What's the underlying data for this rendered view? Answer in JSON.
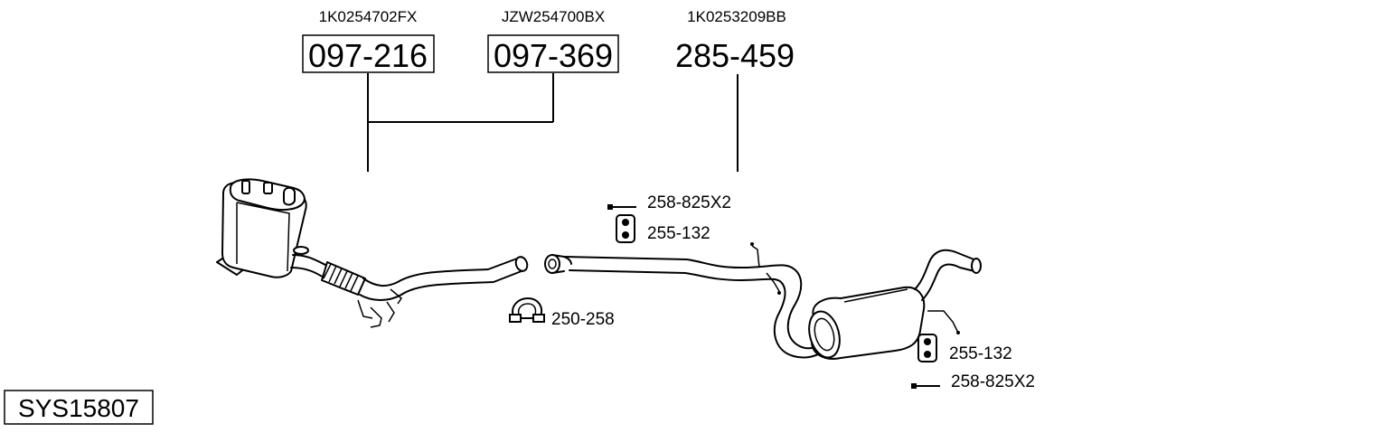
{
  "system_code": "SYS15807",
  "main_parts": [
    {
      "oem": "1K0254702FX",
      "part_number": "097-216",
      "boxed": true
    },
    {
      "oem": "JZW254700BX",
      "part_number": "097-369",
      "boxed": true
    },
    {
      "oem": "1K0253209BB",
      "part_number": "285-459",
      "boxed": false
    }
  ],
  "accessories": [
    {
      "part_number": "258-825X2",
      "icon": "bolt-icon"
    },
    {
      "part_number": "255-132",
      "icon": "rubber-hanger-icon"
    },
    {
      "part_number": "250-258",
      "icon": "clamp-icon"
    },
    {
      "part_number": "255-132",
      "icon": "rubber-hanger-icon"
    },
    {
      "part_number": "258-825X2",
      "icon": "bolt-icon"
    }
  ]
}
